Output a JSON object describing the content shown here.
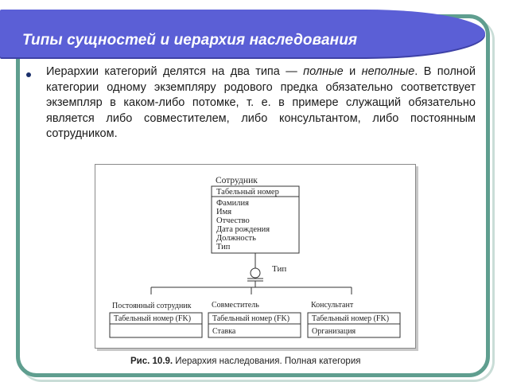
{
  "slide": {
    "title": "Типы сущностей и иерархия наследования",
    "paragraph": {
      "part1": "Иерархии категорий делятся на два типа — ",
      "italic1": "полные",
      "part2": " и ",
      "italic2": "неполные",
      "part3": ". В полной категории одному экземпляру родового предка обязательно соответствует экземпляр в каком-либо потомке, т. е. в примере служащий обязательно является либо совместителем, либо консультантом, либо постоянным сотрудником."
    }
  },
  "diagram": {
    "parent": {
      "name": "Сотрудник",
      "key": "Табельный номер",
      "attributes": [
        "Фамилия",
        "Имя",
        "Отчество",
        "Дата рождения",
        "Должность",
        "Тип"
      ]
    },
    "discriminator": "Тип",
    "children": [
      {
        "name": "Постоянный сотрудник",
        "key": "Табельный номер (FK)",
        "attributes": []
      },
      {
        "name": "Совместитель",
        "key": "Табельный номер (FK)",
        "attributes": [
          "Ставка"
        ]
      },
      {
        "name": "Консультант",
        "key": "Табельный номер (FK)",
        "attributes": [
          "Организация"
        ]
      }
    ]
  },
  "caption": {
    "label": "Рис. 10.9.",
    "text": " Иерархия наследования. Полная категория"
  },
  "colors": {
    "banner": "#5b5fd6",
    "frame": "#5f9e8f",
    "bullet": "#1a2f6b"
  }
}
